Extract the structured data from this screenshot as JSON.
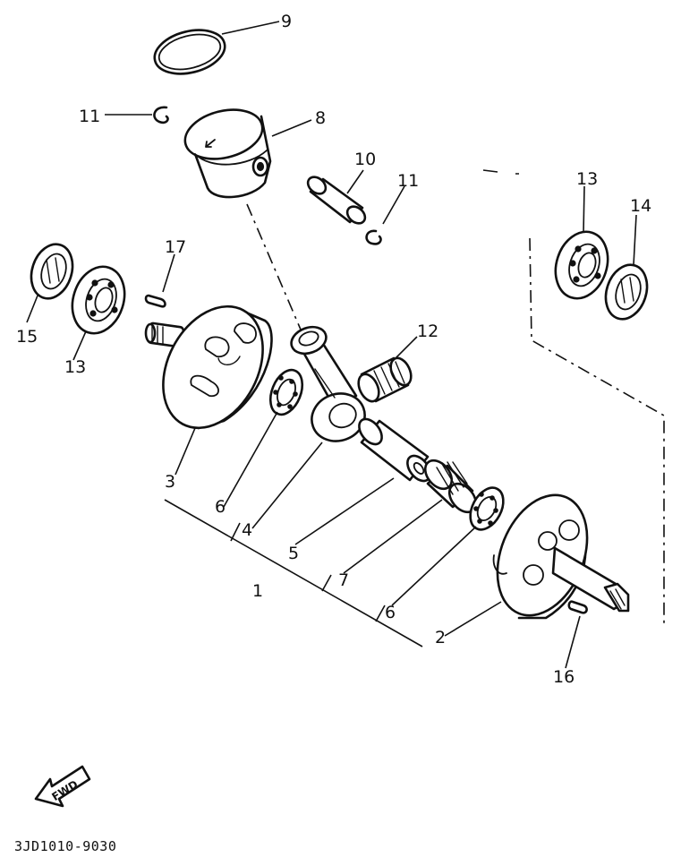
{
  "callouts": {
    "c1": "1",
    "c2": "2",
    "c3": "3",
    "c4": "4",
    "c5": "5",
    "c6a": "6",
    "c6b": "6",
    "c7": "7",
    "c8": "8",
    "c9": "9",
    "c10": "10",
    "c11a": "11",
    "c11b": "11",
    "c12": "12",
    "c13a": "13",
    "c13b": "13",
    "c14": "14",
    "c15": "15",
    "c16": "16",
    "c17": "17"
  },
  "fwd_label": "FWD",
  "diagram_code": "3JD1010-9030"
}
